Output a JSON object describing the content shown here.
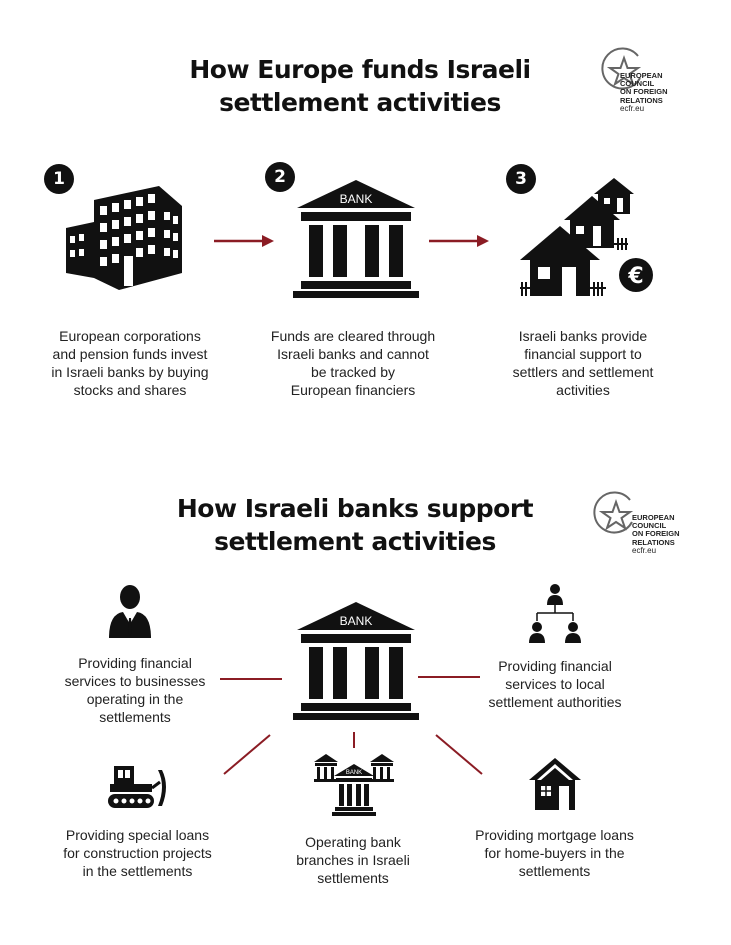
{
  "section1": {
    "title_line1": "How Europe funds Israeli",
    "title_line2": "settlement activities",
    "steps": [
      {
        "number": "1",
        "lines": [
          "European corporations",
          "and pension funds invest",
          "in Israeli banks by buying",
          "stocks and shares"
        ]
      },
      {
        "number": "2",
        "lines": [
          "Funds are cleared through",
          "Israeli banks and cannot",
          "be tracked by",
          "European financiers"
        ]
      },
      {
        "number": "3",
        "lines": [
          "Israeli banks provide",
          "financial support to",
          "settlers and settlement",
          "activities"
        ]
      }
    ]
  },
  "section2": {
    "title_line1": "How Israeli banks support",
    "title_line2": "settlement activities",
    "center_bank_label": "BANK",
    "items": [
      {
        "id": "businesses",
        "icon": "businessman-icon",
        "lines": [
          "Providing financial",
          "services to businesses",
          "operating in the",
          "settlements"
        ]
      },
      {
        "id": "authorities",
        "icon": "org-chart-icon",
        "lines": [
          "Providing financial",
          "services to local",
          "settlement authorities"
        ]
      },
      {
        "id": "construction",
        "icon": "bulldozer-icon",
        "lines": [
          "Providing special loans",
          "for construction projects",
          "in the settlements"
        ]
      },
      {
        "id": "branches",
        "icon": "bank-branches-icon",
        "lines": [
          "Operating bank",
          "branches in Israeli",
          "settlements"
        ]
      },
      {
        "id": "mortgage",
        "icon": "house-icon",
        "lines": [
          "Providing mortgage loans",
          "for home-buyers in the",
          "settlements"
        ]
      }
    ]
  },
  "bank_label": "BANK",
  "small_bank_label": "BANK",
  "euro_symbol": "€",
  "logo": {
    "line1": "EUROPEAN",
    "line2": "COUNCIL",
    "line3": "ON FOREIGN",
    "line4": "RELATIONS",
    "url": "ecfr.eu"
  },
  "colors": {
    "arrow": "#8b1c24",
    "icon": "#111111",
    "text": "#222222"
  }
}
